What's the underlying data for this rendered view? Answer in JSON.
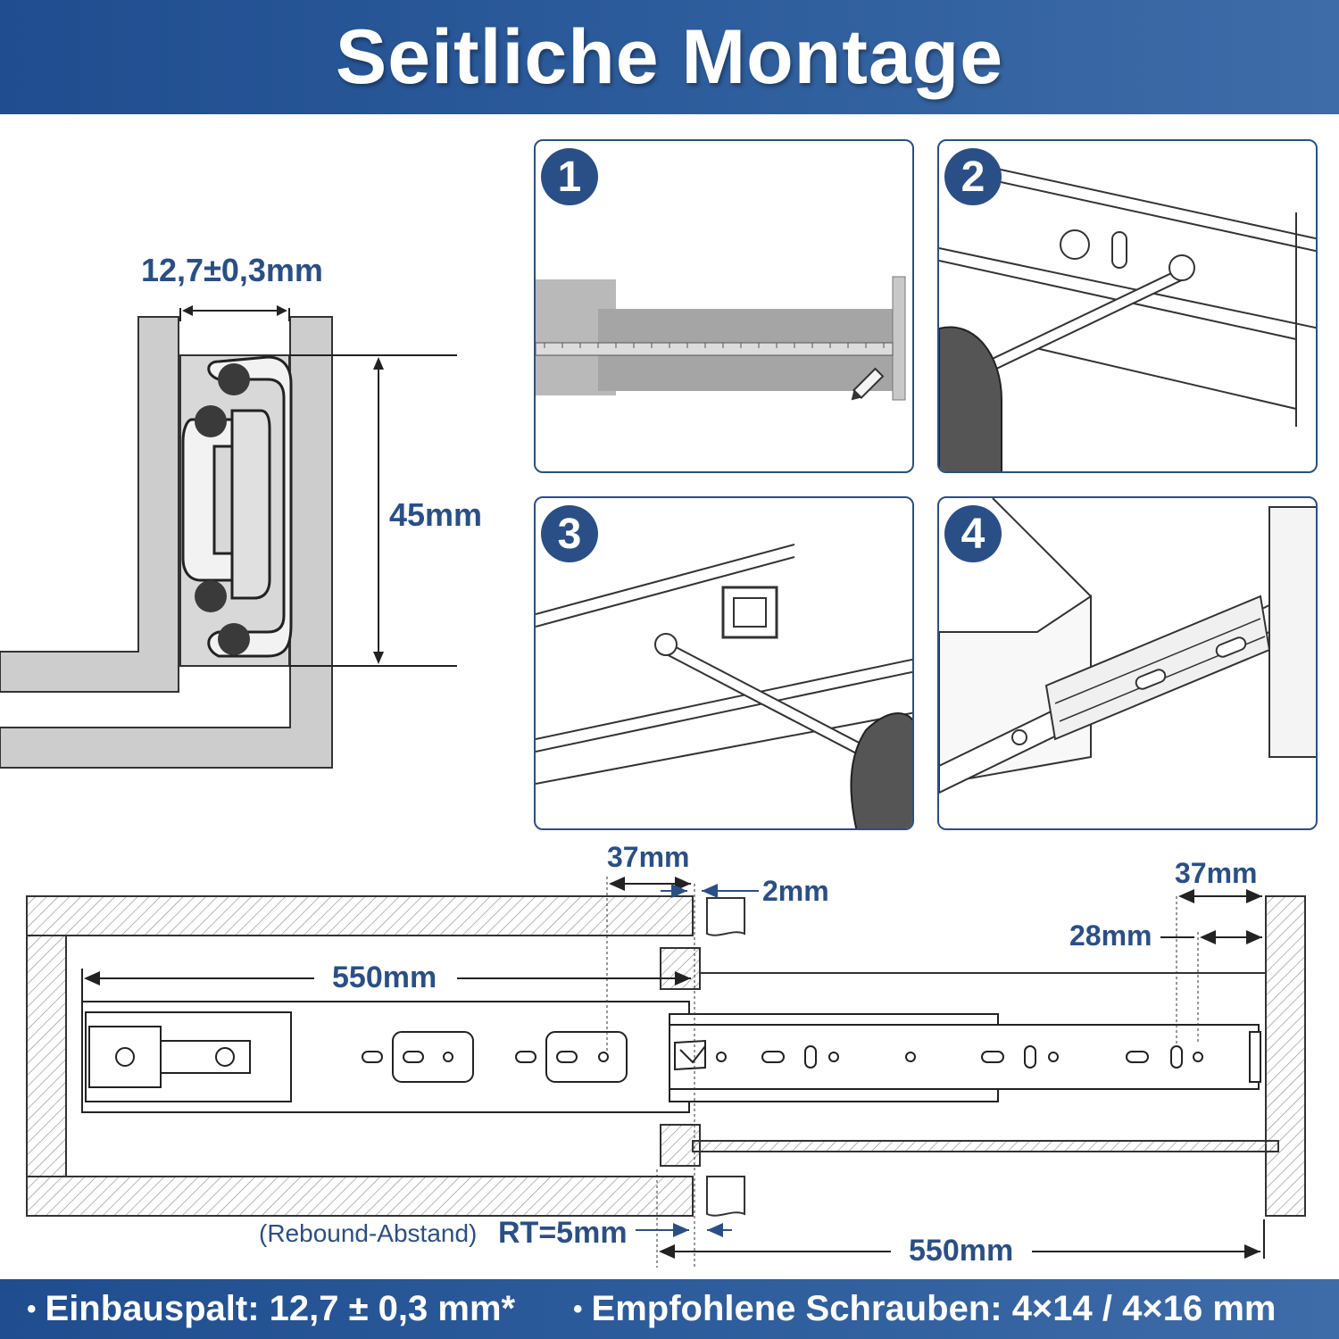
{
  "header": {
    "title": "Seitliche Montage"
  },
  "cross_section": {
    "gap_label": "12,7±0,3mm",
    "height_label": "45mm"
  },
  "steps": [
    {
      "number": "1"
    },
    {
      "number": "2"
    },
    {
      "number": "3"
    },
    {
      "number": "4"
    }
  ],
  "dimensions": {
    "top_offset": "37mm",
    "gap": "2mm",
    "right_offset": "37mm",
    "right_hole": "28mm",
    "rail_length": "550mm",
    "cabinet_depth": "550mm",
    "rebound_prefix": "(Rebound-Abstand)",
    "rebound_value": "RT=5mm"
  },
  "footer": {
    "bullet": "•",
    "item1": "Einbauspalt: 12,7 ± 0,3 mm*",
    "item2": "Empfohlene Schrauben:  4×14 / 4×16 mm"
  },
  "colors": {
    "primary": "#2a4f86",
    "header_bg": "#1f4d8f",
    "panel_grey": "#c8c8c8"
  }
}
